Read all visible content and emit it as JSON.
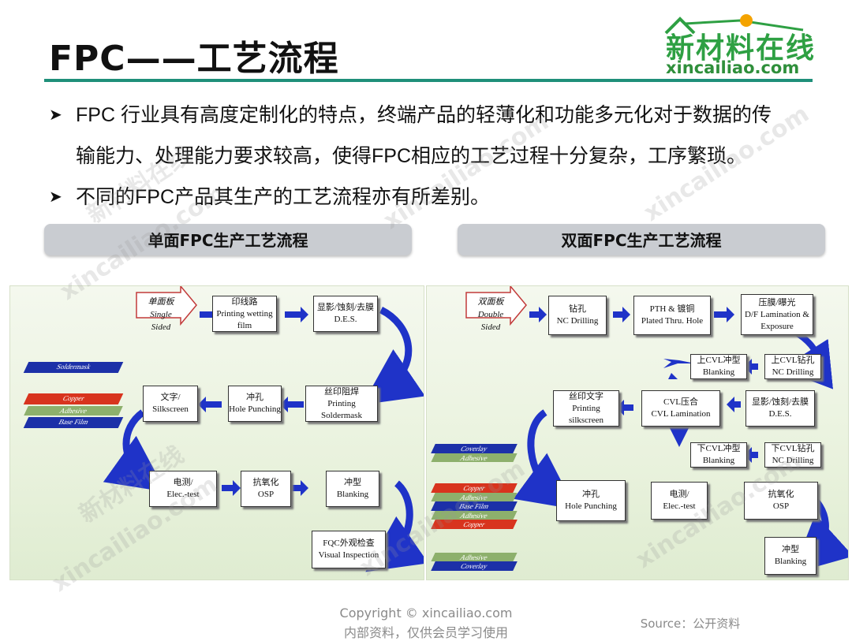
{
  "title": "FPC——工艺流程",
  "logo": {
    "cn": "新材料在线",
    "en": "xincailiao.com"
  },
  "bullets": [
    {
      "line1": "FPC 行业具有高度定制化的特点，终端产品的轻薄化和功能多元化对于数据的传",
      "line2": "输能力、处理能力要求较高，使得FPC相应的工艺过程十分复杂，工序繁琐。"
    },
    {
      "line1": "不同的FPC产品其生产的工艺流程亦有所差别。",
      "line2": ""
    }
  ],
  "banners": {
    "left": "单面FPC生产工艺流程",
    "right": "双面FPC生产工艺流程"
  },
  "single": {
    "start": {
      "cn": "单面板",
      "en": "Single Sided"
    },
    "steps": [
      {
        "cn": "印线路",
        "en": "Printing wetting film"
      },
      {
        "cn": "显影/蚀刻/去膜",
        "en": "D.E.S."
      },
      {
        "cn": "丝印阻焊",
        "en": "Printing Soldermask"
      },
      {
        "cn": "冲孔",
        "en": "Hole Punching"
      },
      {
        "cn": "文字/",
        "en": "Silkscreen"
      },
      {
        "cn": "电测/",
        "en": "Elec.-test"
      },
      {
        "cn": "抗氧化",
        "en": "OSP"
      },
      {
        "cn": "冲型",
        "en": "Blanking"
      },
      {
        "cn": "FQC外观检查",
        "en": "Visual Inspection"
      }
    ],
    "layers": [
      "Soldermask",
      "Copper",
      "Adhesive",
      "Base Film"
    ]
  },
  "double": {
    "start": {
      "cn": "双面板",
      "en": "Double Sided"
    },
    "steps": [
      {
        "cn": "钻孔",
        "en": "NC Drilling"
      },
      {
        "cn": "PTH & 镀铜",
        "en": "Plated Thru. Hole"
      },
      {
        "cn": "压膜/曝光",
        "en": "D/F Lamination & Exposure"
      },
      {
        "cn": "上CVL冲型",
        "en": "Blanking"
      },
      {
        "cn": "上CVL钻孔",
        "en": "NC Drilling"
      },
      {
        "cn": "丝印文字",
        "en": "Printing silkscreen"
      },
      {
        "cn": "CVL压合",
        "en": "CVL Lamination"
      },
      {
        "cn": "显影/蚀刻/去膜",
        "en": "D.E.S."
      },
      {
        "cn": "下CVL冲型",
        "en": "Blanking"
      },
      {
        "cn": "下CVL钻孔",
        "en": "NC Drilling"
      },
      {
        "cn": "冲孔",
        "en": "Hole Punching"
      },
      {
        "cn": "电测/",
        "en": "Elec.-test"
      },
      {
        "cn": "抗氧化",
        "en": "OSP"
      },
      {
        "cn": "冲型",
        "en": "Blanking"
      }
    ],
    "layers_top": [
      "Coverlay",
      "Adhesive"
    ],
    "layers_mid": [
      "Copper",
      "Adhesive",
      "Base Film",
      "Adhesive",
      "Copper"
    ],
    "layers_bot": [
      "Adhesive",
      "Coverlay"
    ]
  },
  "watermark": {
    "cn": "新材料在线",
    "en": "xincailiao.com"
  },
  "footer": {
    "copyright": "Copyright © xincailiao.com",
    "note": "内部资料，仅供会员学习使用",
    "source": "Source：公开资料"
  },
  "colors": {
    "accent": "#1f8f7a",
    "arrow": "#1f33c8",
    "logo_green": "#2ea043"
  }
}
